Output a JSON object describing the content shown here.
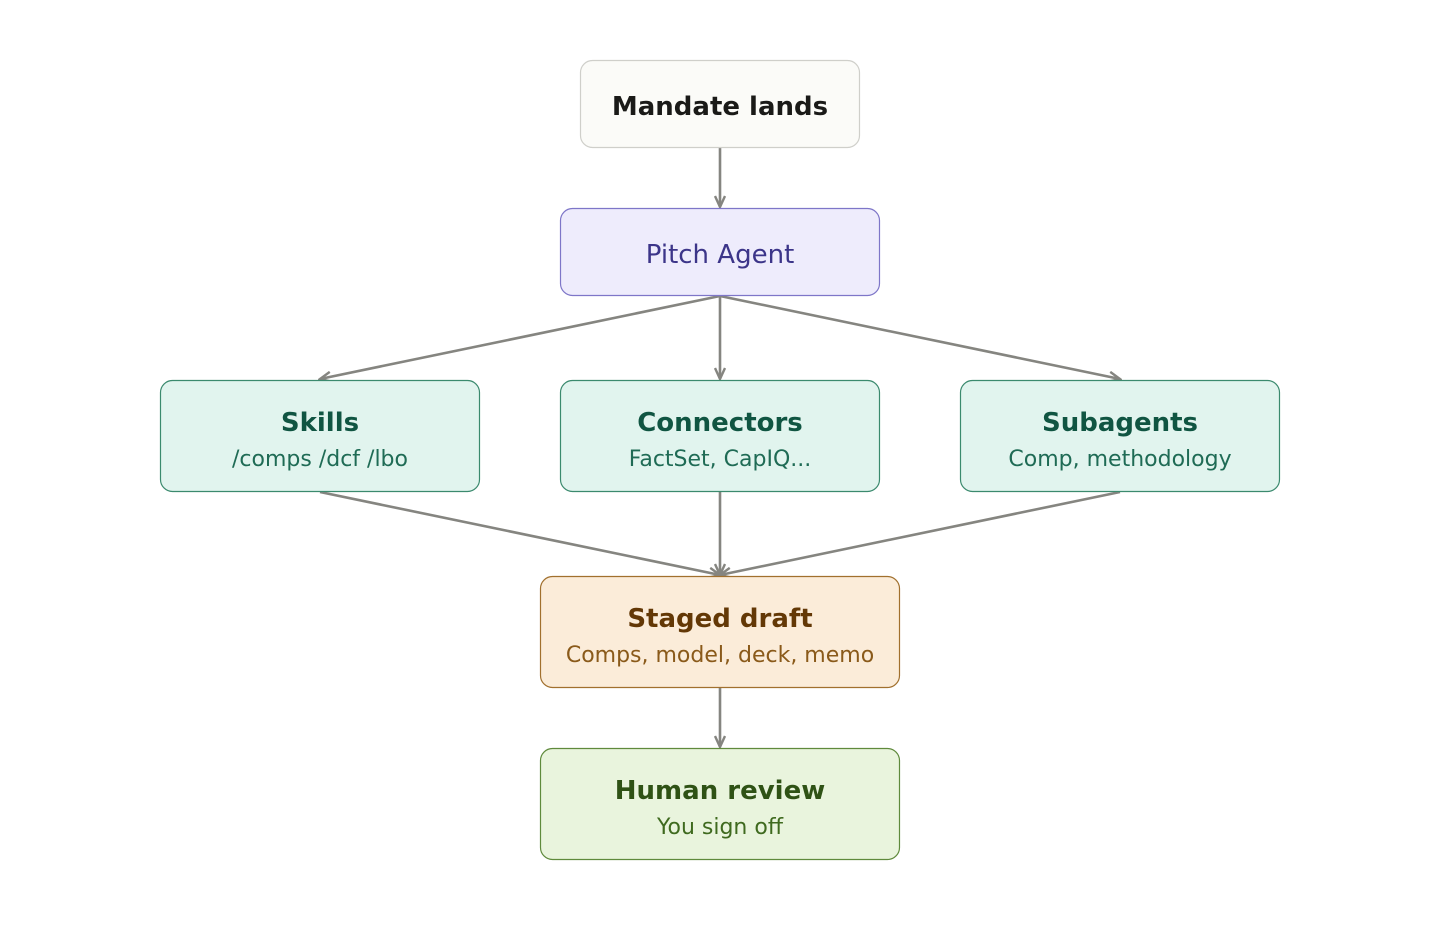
{
  "colors": {
    "edge": "#858580",
    "neutral": {
      "fill": "#fbfbf8",
      "stroke": "#cfcfca",
      "text": "#1a1a18"
    },
    "purple": {
      "fill": "#eeecfc",
      "stroke": "#7e76c8",
      "text": "#3c3589"
    },
    "teal": {
      "fill": "#e1f4ee",
      "stroke": "#3b8a6e",
      "text": "#105542",
      "sub": "#1f6b55"
    },
    "amber": {
      "fill": "#fbecd9",
      "stroke": "#a1702e",
      "text": "#633806",
      "sub": "#8a5a1a"
    },
    "green": {
      "fill": "#e9f4dd",
      "stroke": "#5f8a3c",
      "text": "#2f5215",
      "sub": "#3f6a1f"
    }
  },
  "nodes": {
    "mandate": {
      "title": "Mandate lands",
      "subtitle": ""
    },
    "pitch": {
      "title": "Pitch Agent",
      "subtitle": ""
    },
    "skills": {
      "title": "Skills",
      "subtitle": "/comps /dcf /lbo"
    },
    "connectors": {
      "title": "Connectors",
      "subtitle": "FactSet, CapIQ..."
    },
    "subagents": {
      "title": "Subagents",
      "subtitle": "Comp, methodology"
    },
    "staged": {
      "title": "Staged draft",
      "subtitle": "Comps, model, deck, memo"
    },
    "review": {
      "title": "Human review",
      "subtitle": "You sign off"
    }
  }
}
